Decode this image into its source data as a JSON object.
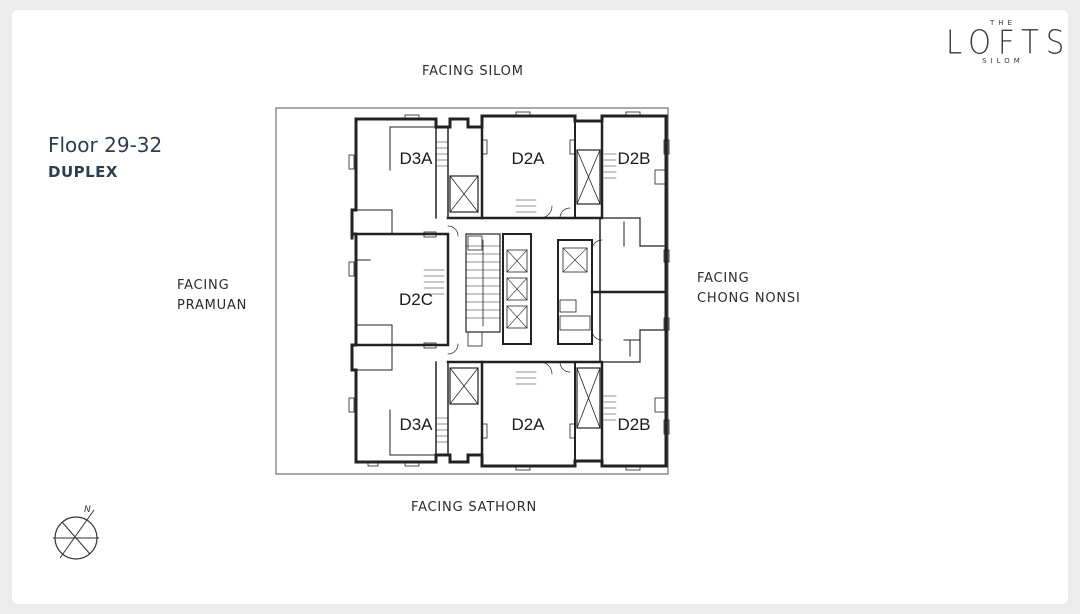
{
  "logo": {
    "prefix": "THE",
    "name": "LOFTS",
    "suffix": "SILOM"
  },
  "title": {
    "floor": "Floor 29-32",
    "type": "DUPLEX"
  },
  "facing": {
    "top": "FACING SILOM",
    "left_line1": "FACING",
    "left_line2": "PRAMUAN",
    "right_line1": "FACING",
    "right_line2": "CHONG NONSI",
    "bottom": "FACING SATHORN"
  },
  "units": {
    "top_left": "D3A",
    "top_center": "D2A",
    "top_right": "D2B",
    "middle_left": "D2C",
    "bottom_left": "D3A",
    "bottom_center": "D2A",
    "bottom_right": "D2B"
  },
  "compass": {
    "north_label": "N"
  }
}
